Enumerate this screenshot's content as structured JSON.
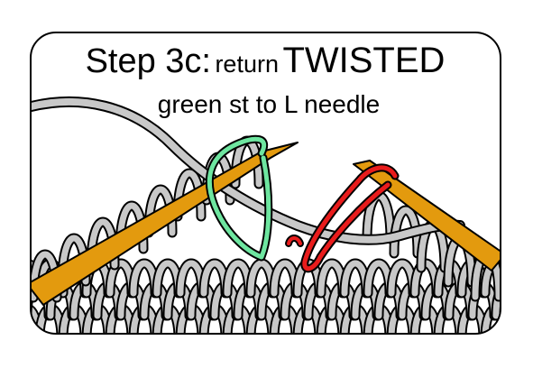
{
  "title": {
    "step": "Step 3c:",
    "verb": "return",
    "emphasis": "TWISTED",
    "line2": "green st to L needle"
  },
  "colors": {
    "background": "#ffffff",
    "frame": "#000000",
    "stitch": "#c8c8c8",
    "stitch_outline": "#000000",
    "needle": "#e39a0e",
    "green_stitch": "#6ee6a0",
    "red_stitch": "#e81c1c"
  },
  "illustration": {
    "subject": "knitting stitches on two needles",
    "left_needle_icon": "left-needle-icon",
    "right_needle_icon": "right-needle-icon",
    "green_loop": "twisted green stitch being returned to the left needle",
    "red_loop": "red stitch on the right needle",
    "working_yarn": "grey working yarn"
  }
}
